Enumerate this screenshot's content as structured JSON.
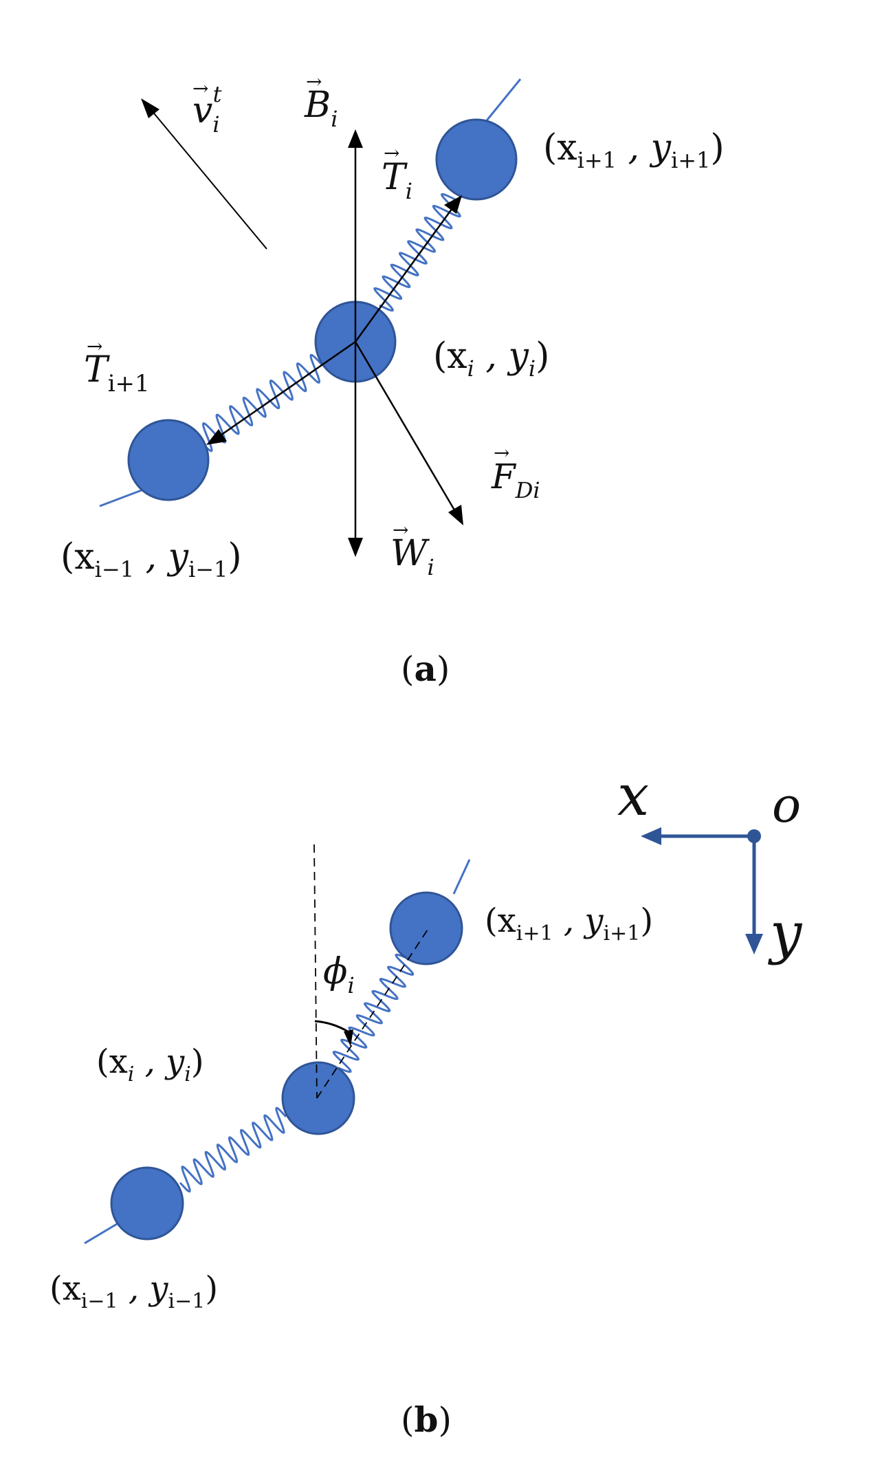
{
  "colors": {
    "mass": "#4472c4",
    "mass_stroke": "#2f5597",
    "line": "#000000",
    "axis": "#2f5597"
  },
  "panel_a": {
    "caption_open": "(",
    "caption_letter": "a",
    "caption_close": ")",
    "velocity": {
      "sym": "v",
      "sub": "i",
      "sup": "t"
    },
    "buoyancy": {
      "sym": "B",
      "sub": "i"
    },
    "tension_i": {
      "sym": "T",
      "sub": "i"
    },
    "tension_next": {
      "sym": "T",
      "sub": "i+1"
    },
    "drag": {
      "sym": "F",
      "sub": "Di"
    },
    "weight": {
      "sym": "W",
      "sub": "i"
    },
    "node_next": {
      "a": "(x",
      "sa": "i+1",
      "b": " , y",
      "sb": "i+1",
      "c": ")"
    },
    "node_i": {
      "a": "(x",
      "sa": "i",
      "b": " , y",
      "sb": "i",
      "c": ")"
    },
    "node_prev": {
      "a": "(x",
      "sa": "i−1",
      "b": " , y",
      "sb": "i−1",
      "c": ")"
    }
  },
  "panel_b": {
    "caption_open": "(",
    "caption_letter": "b",
    "caption_close": ")",
    "angle": {
      "sym": "ϕ",
      "sub": "i"
    },
    "axis_x": "x",
    "axis_y": "y",
    "origin": "o",
    "node_next": {
      "a": "(x",
      "sa": "i+1",
      "b": " , y",
      "sb": "i+1",
      "c": ")"
    },
    "node_i": {
      "a": "(x",
      "sa": "i",
      "b": " , y",
      "sb": "i",
      "c": ")"
    },
    "node_prev": {
      "a": "(x",
      "sa": "i−1",
      "b": " , y",
      "sb": "i−1",
      "c": ")"
    }
  }
}
